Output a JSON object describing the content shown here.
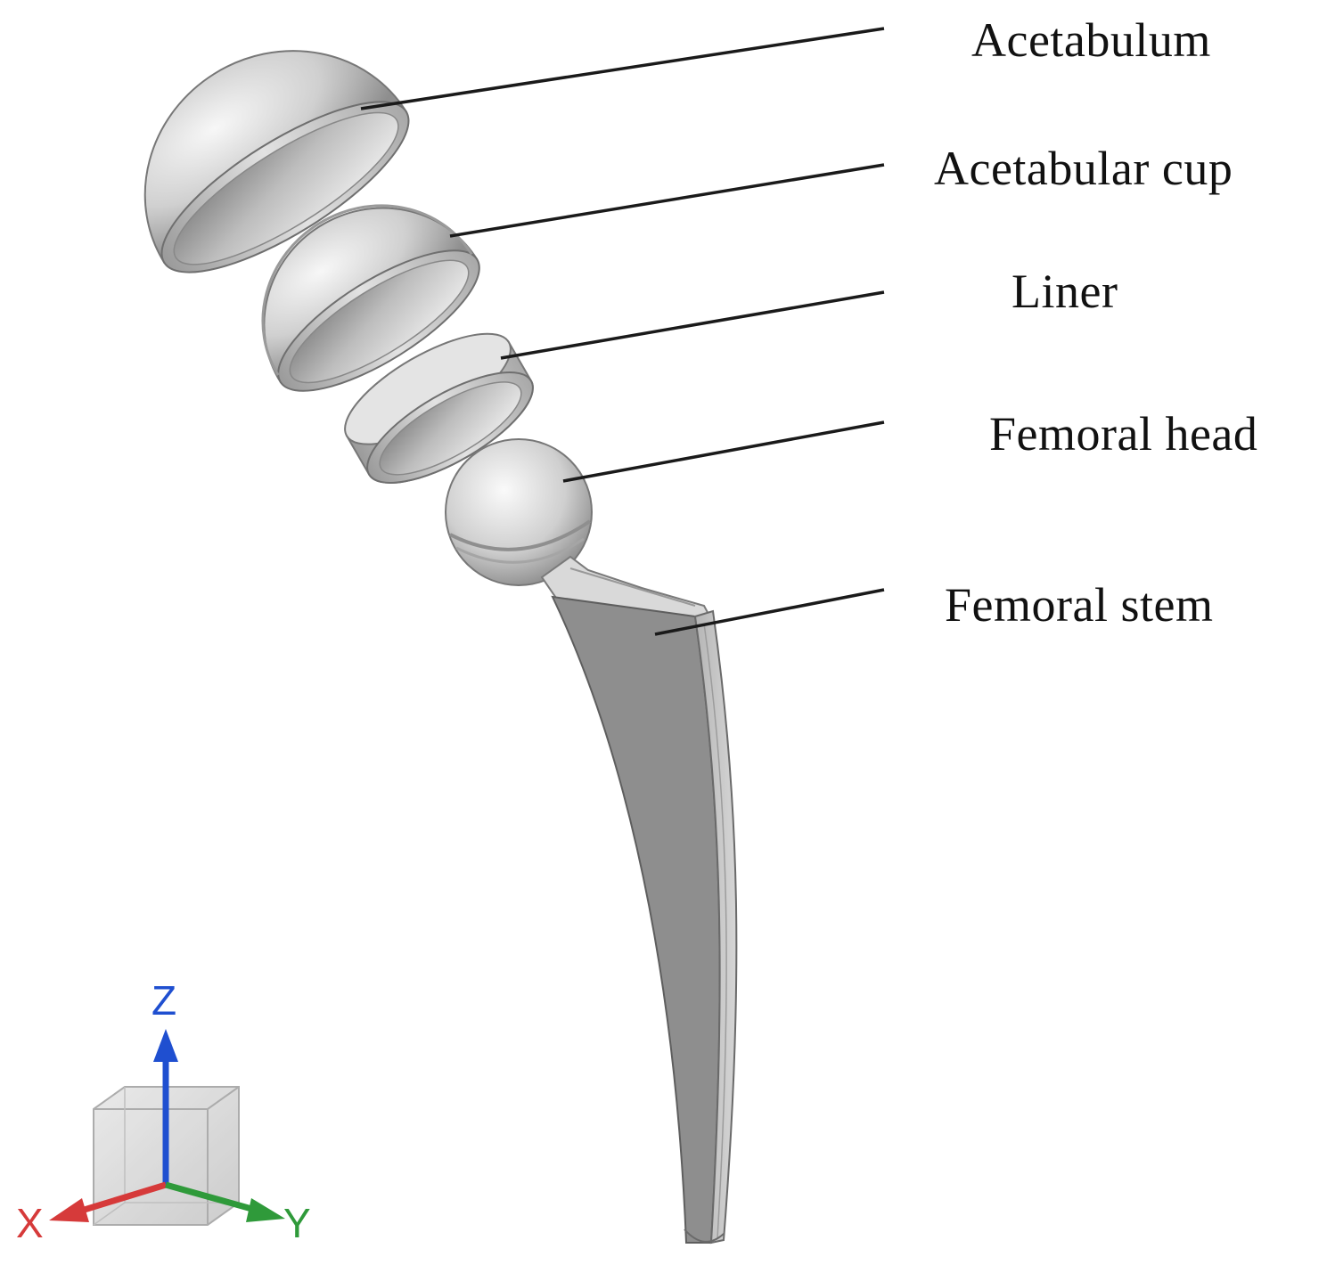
{
  "labels": {
    "acetabulum": "Acetabulum",
    "acetabular_cup": "Acetabular cup",
    "liner": "Liner",
    "femoral_head": "Femoral head",
    "femoral_stem": "Femoral stem"
  },
  "axes": {
    "z": "Z",
    "x": "X",
    "y": "Y"
  },
  "colors": {
    "axis_z": "#1f4fd0",
    "axis_x": "#d63a3a",
    "axis_y": "#2f9a3a",
    "leader_line": "#1a1a1a",
    "part_metal": "#c8c8c8",
    "stem_face": "#8f8f8f"
  }
}
